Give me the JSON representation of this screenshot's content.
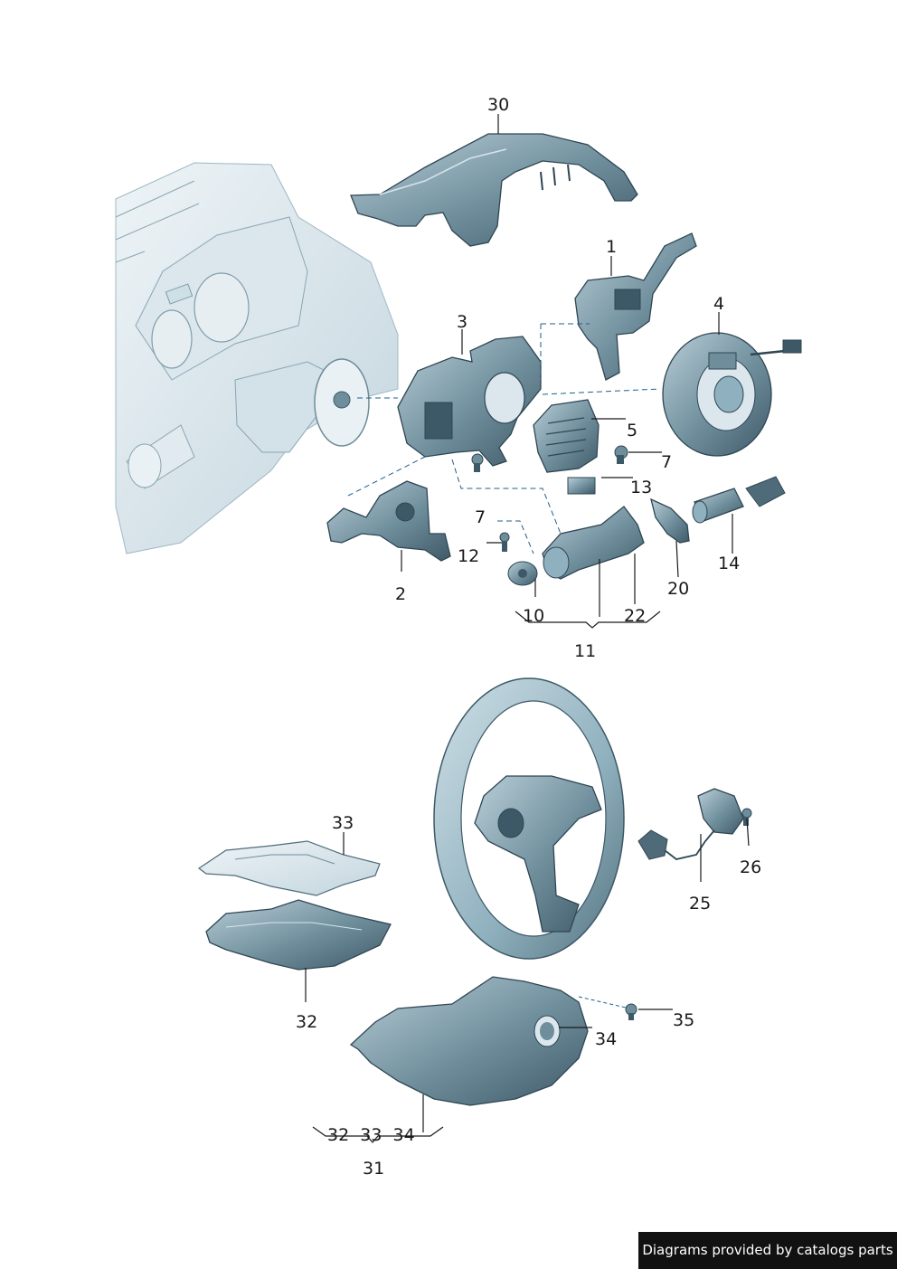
{
  "callouts": {
    "c30": "30",
    "c1": "1",
    "c3": "3",
    "c4": "4",
    "c5": "5",
    "c7a": "7",
    "c7b": "7",
    "c13": "13",
    "c12": "12",
    "c14": "14",
    "c2": "2",
    "c20": "20",
    "c10": "10",
    "c22": "22",
    "c11": "11",
    "c33": "33",
    "c26": "26",
    "c25": "25",
    "c32": "32",
    "c35": "35",
    "c34": "34",
    "c31_group": "32  33  34",
    "c31": "31"
  },
  "footer": {
    "text": "Diagrams provided by catalogs parts"
  },
  "colors": {
    "part_fill": "#5f7f8f",
    "part_dark": "#3d5866",
    "part_light": "#a9c2cc",
    "dash": "#1f5f8c",
    "dash_bg": "#d6e3ea"
  }
}
